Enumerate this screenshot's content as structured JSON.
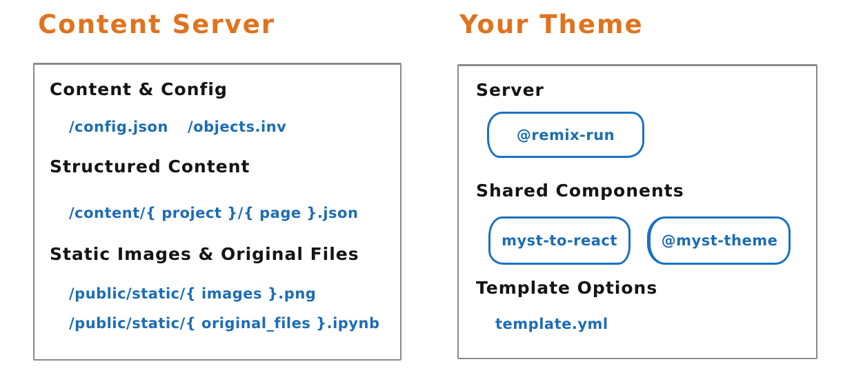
{
  "colors": {
    "title_orange": "#e0731f",
    "heading_black": "#141414",
    "code_blue": "#1c6cb5",
    "pill_border_blue": "#1971c2",
    "frame_border_gray": "#8a8a8a",
    "background": "#ffffff"
  },
  "content_server": {
    "title": "Content Server",
    "sections": [
      {
        "heading": "Content & Config",
        "items": [
          "/config.json",
          "/objects.inv"
        ]
      },
      {
        "heading": "Structured Content",
        "items": [
          "/content/{ project }/{ page }.json"
        ]
      },
      {
        "heading": "Static Images & Original Files",
        "items": [
          "/public/static/{ images }.png",
          "/public/static/{ original_files }.ipynb"
        ]
      }
    ]
  },
  "your_theme": {
    "title": "Your Theme",
    "sections": [
      {
        "heading": "Server",
        "pills": [
          "@remix-run"
        ]
      },
      {
        "heading": "Shared Components",
        "pills": [
          "myst-to-react",
          "@myst-theme"
        ]
      },
      {
        "heading": "Template Options",
        "items": [
          "template.yml"
        ]
      }
    ]
  }
}
